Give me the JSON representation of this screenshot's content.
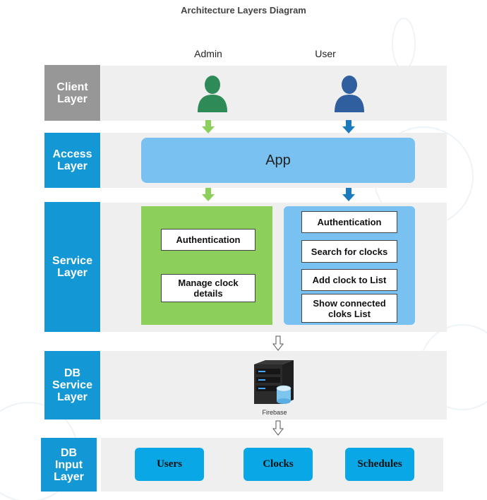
{
  "title": "Architecture Layers Diagram",
  "layers": {
    "client": "Client\nLayer",
    "access": "Access\nLayer",
    "service": "Service\nLayer",
    "db_service": "DB\nService\nLayer",
    "db_input": "DB\nInput\nLayer"
  },
  "actors": {
    "admin": "Admin",
    "user": "User"
  },
  "app_label": "App",
  "admin_services": [
    "Authentication",
    "Manage clock\ndetails"
  ],
  "user_services": [
    "Authentication",
    "Search for clocks",
    "Add clock to List",
    "Show connected\ncloks List"
  ],
  "db_service_label": "Firebase",
  "db_collections": [
    "Users",
    "Clocks",
    "Schedules"
  ],
  "colors": {
    "layer_blue": "#1497d5",
    "layer_grey": "#979797",
    "admin_green": "#2e8b57",
    "user_blue": "#2f5f9e",
    "arrow_green": "#8ccf5a",
    "arrow_blue": "#1a7bbf",
    "panel_green": "#8ccf5a",
    "panel_blue": "#79c1f0",
    "db_box": "#0aa7e6"
  }
}
